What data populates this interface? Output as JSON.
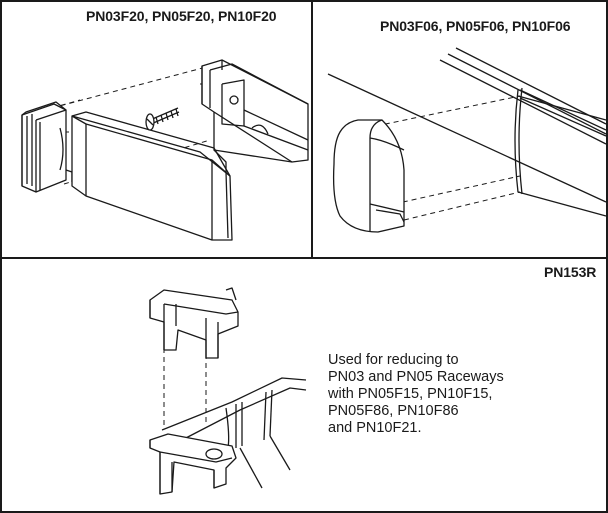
{
  "panels": {
    "top_left": {
      "label": "PN03F20, PN05F20, PN10F20"
    },
    "top_right": {
      "label": "PN03F06, PN05F06, PN10F06"
    },
    "bottom": {
      "label": "PN153R",
      "description_lines": [
        "Used for reducing to",
        "PN03 and PN05 Raceways",
        "with PN05F15, PN10F15,",
        "PN05F86, PN10F86",
        "and PN10F21."
      ]
    }
  }
}
